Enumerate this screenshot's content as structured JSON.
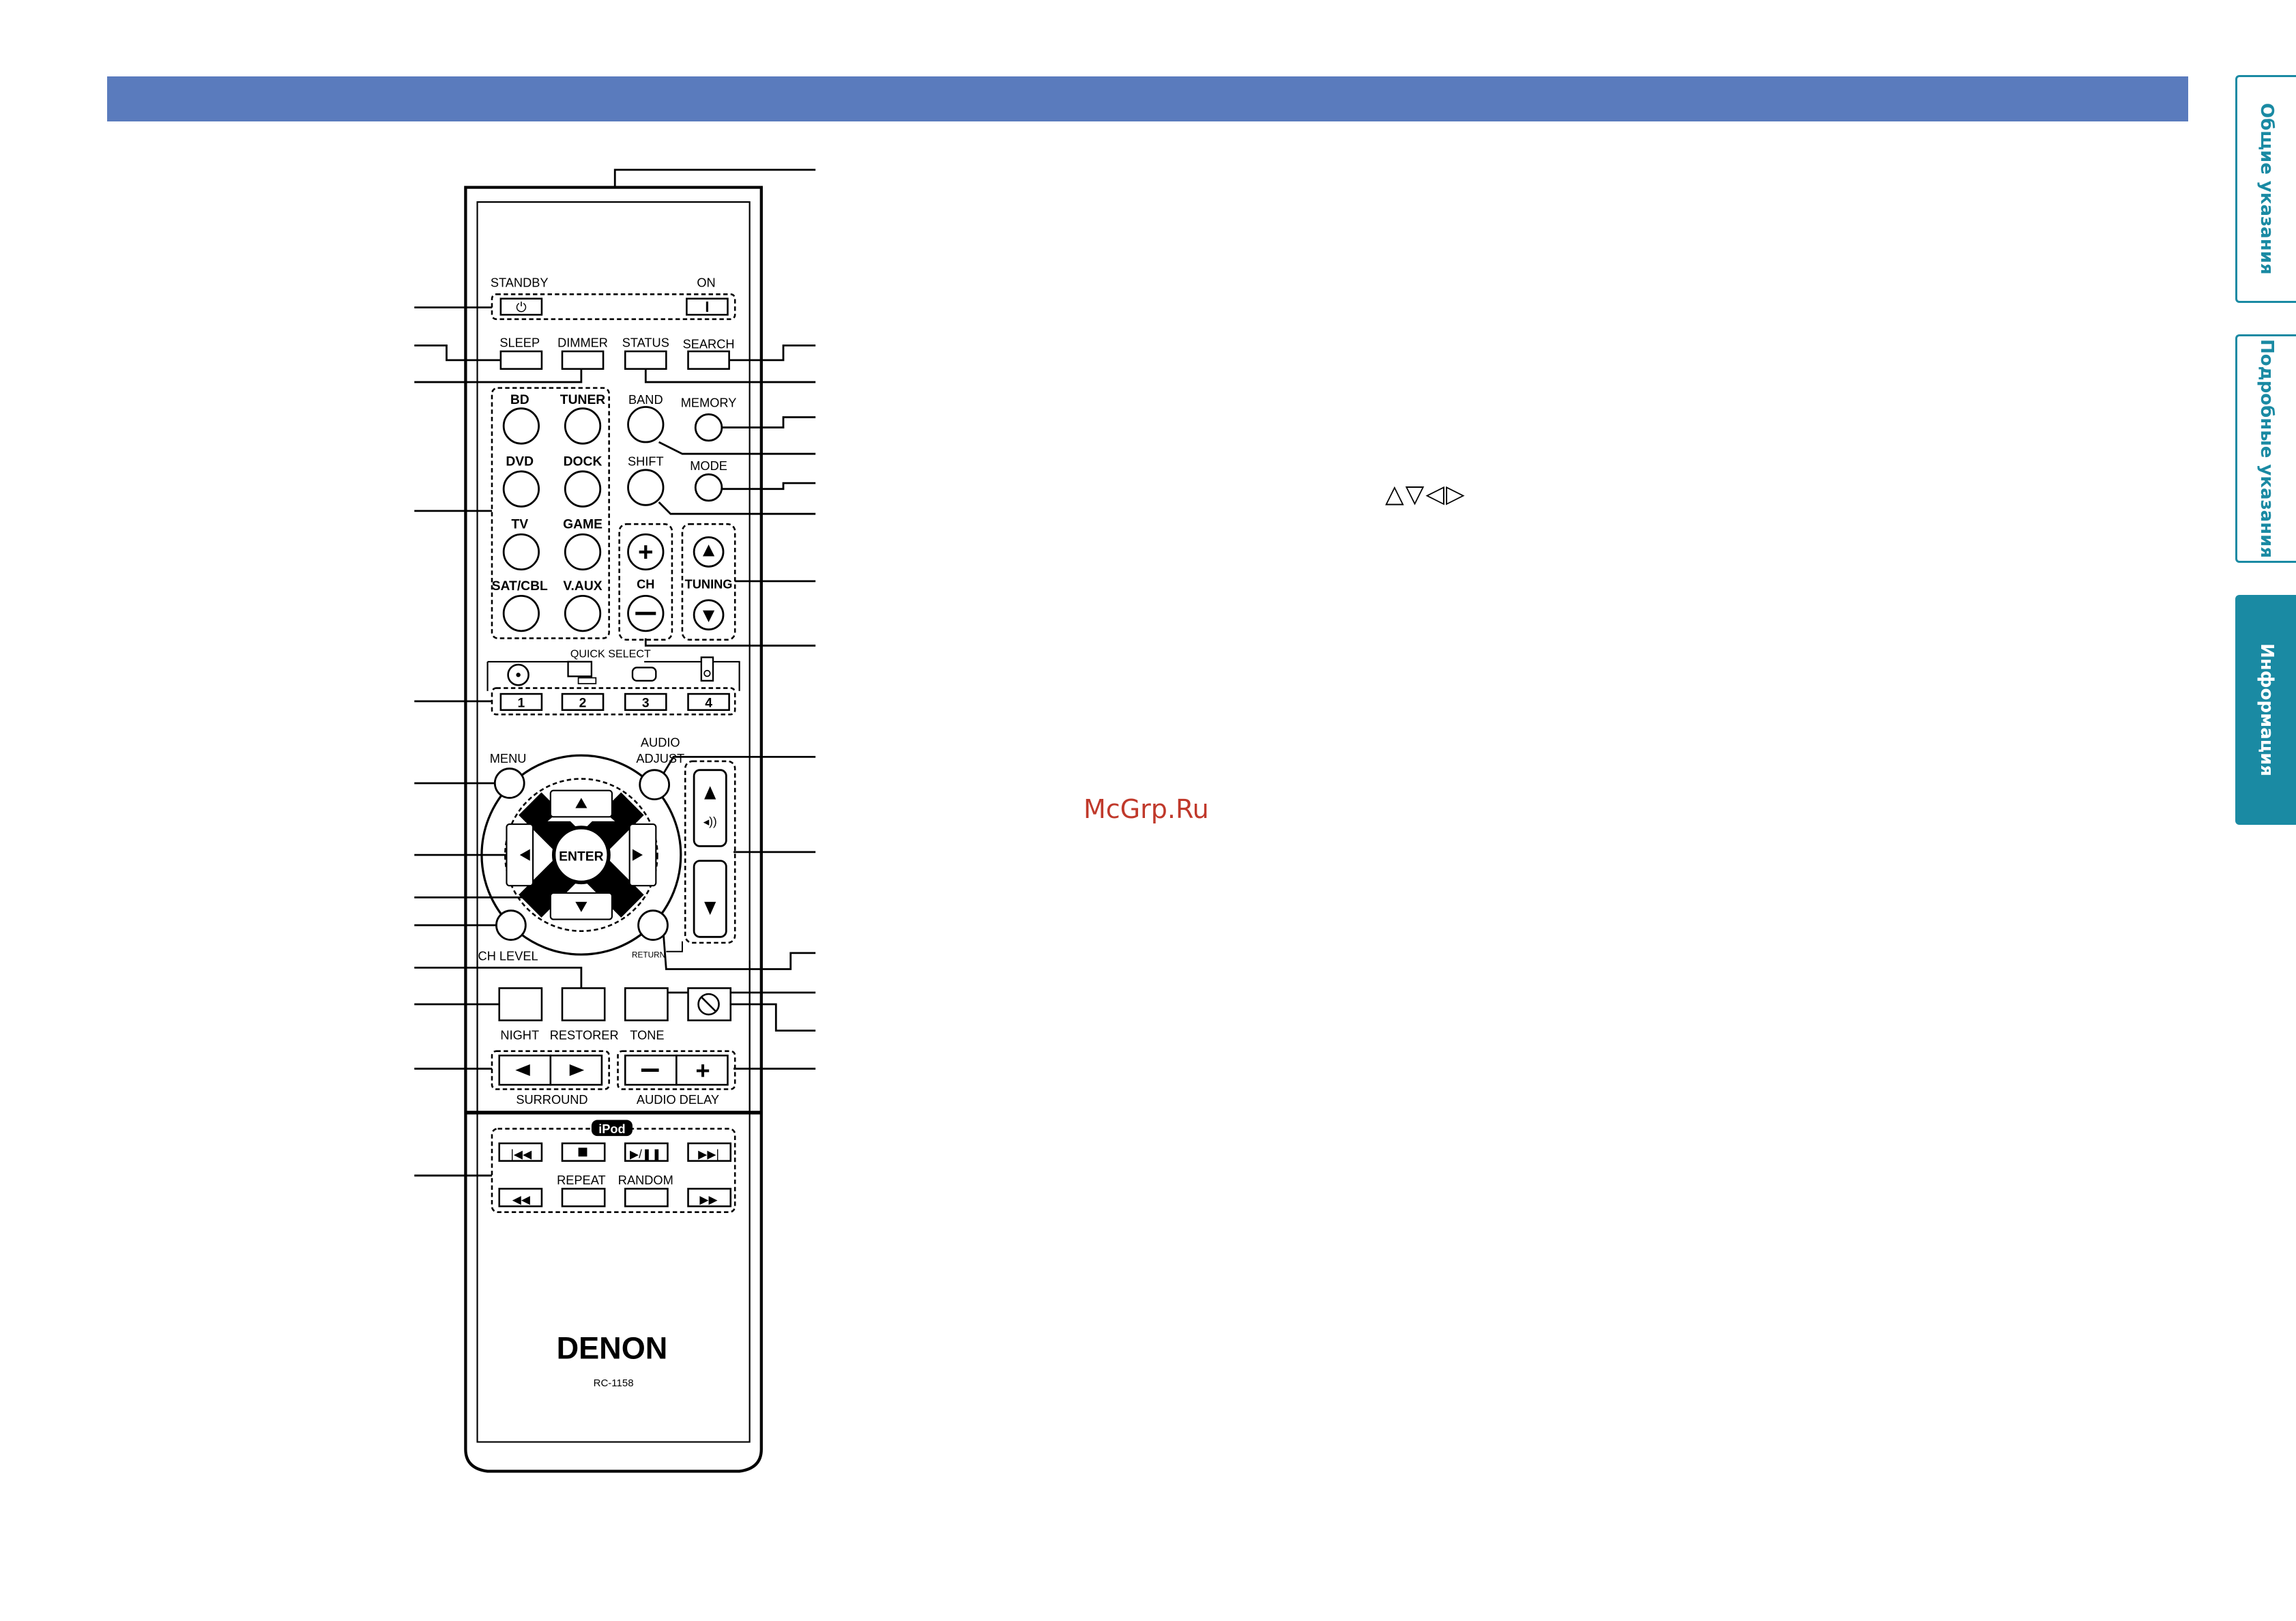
{
  "side_tabs": {
    "general": "Общие указания",
    "detailed": "Подробные указания",
    "info": "Информация"
  },
  "arrow_symbols": "△▽◁▷",
  "watermark": "McGrp.Ru",
  "remote": {
    "standby": "STANDBY",
    "on": "ON",
    "sleep": "SLEEP",
    "dimmer": "DIMMER",
    "status": "STATUS",
    "search": "SEARCH",
    "bd": "BD",
    "tuner": "TUNER",
    "dvd": "DVD",
    "dock": "DOCK",
    "tv": "TV",
    "game": "GAME",
    "satcbl": "SAT/CBL",
    "vaux": "V.AUX",
    "band": "BAND",
    "memory": "MEMORY",
    "shift": "SHIFT",
    "mode": "MODE",
    "ch": "CH",
    "tuning": "TUNING",
    "quick_select": "QUICK SELECT",
    "qs_1": "1",
    "qs_2": "2",
    "qs_3": "3",
    "qs_4": "4",
    "menu": "MENU",
    "audio_adjust_1": "AUDIO",
    "audio_adjust_2": "ADJUST",
    "enter": "ENTER",
    "ch_level": "CH LEVEL",
    "return": "RETURN",
    "night": "NIGHT",
    "restorer": "RESTORER",
    "tone": "TONE",
    "surround": "SURROUND",
    "audio_delay": "AUDIO DELAY",
    "ipod": "iPod",
    "repeat": "REPEAT",
    "random": "RANDOM",
    "brand": "DENON",
    "model": "RC-1158"
  }
}
